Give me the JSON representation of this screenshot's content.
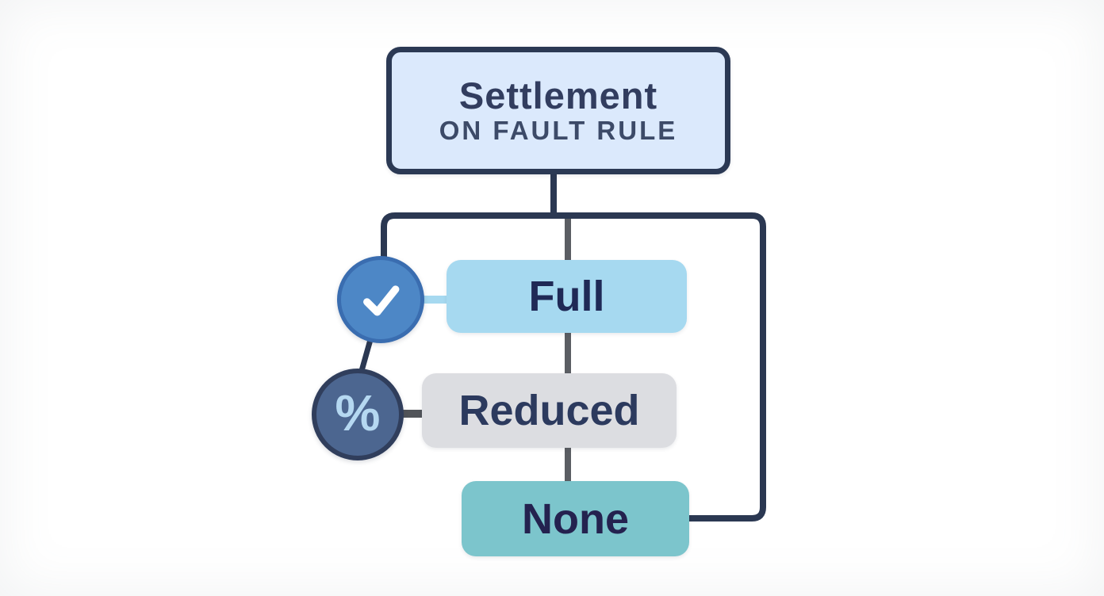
{
  "diagram": {
    "title_node": {
      "title": "Settlement",
      "subtitle": "ON FAULT RULE"
    },
    "outcomes": [
      {
        "id": "full",
        "label": "Full",
        "fill": "#a6d9f0",
        "icon": "check-circle"
      },
      {
        "id": "reduced",
        "label": "Reduced",
        "fill": "#dcdde1",
        "icon": "percent-circle"
      },
      {
        "id": "none",
        "label": "None",
        "fill": "#7cc5cc",
        "icon": "none"
      }
    ],
    "icons": {
      "percent_symbol": "%"
    },
    "colors": {
      "connector_navy": "#2b3852",
      "connector_gray": "#5b5e63",
      "title_box_fill": "#dbe9fc",
      "title_box_border": "#2b3954",
      "title_text": "#323d5f",
      "subtitle_text": "#3c4a68",
      "check_circle_fill": "#4d87c6",
      "check_circle_border": "#3a6db0",
      "checkmark": "#ffffff",
      "percent_circle_fill": "#4c6690",
      "percent_circle_border": "#303e5c",
      "percent_glyph": "#b5d8f1",
      "full_text": "#1f2956",
      "reduced_text": "#2c3a5e",
      "none_text": "#24224f"
    }
  }
}
